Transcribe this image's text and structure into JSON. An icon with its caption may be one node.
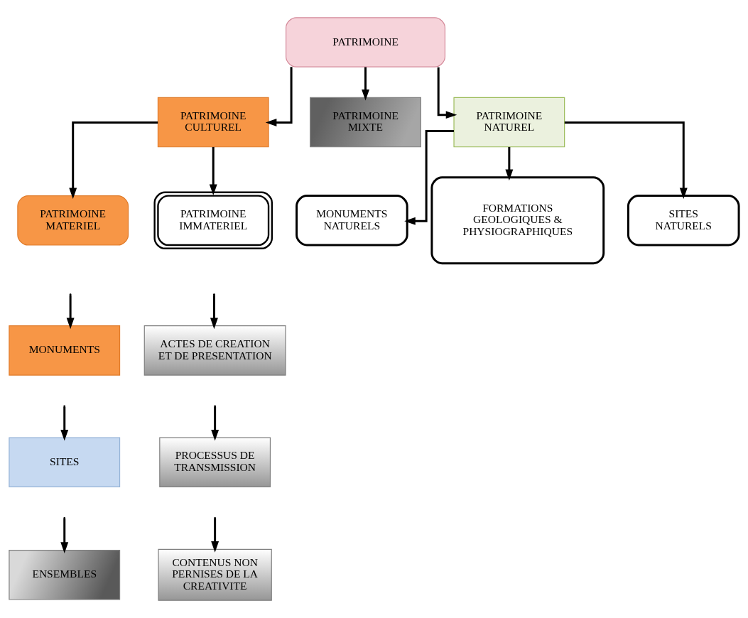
{
  "diagram": {
    "nodes": [
      {
        "text": [
          "PATRIMOINE"
        ]
      },
      {
        "text": [
          "PATRIMOINE CULTUREL"
        ]
      },
      {
        "text": [
          "PATRIMOINE MIXTE"
        ]
      },
      {
        "text": [
          "PATRIMOINE NATUREL"
        ]
      },
      {
        "text": [
          "PATRIMOINE MATERIEL"
        ]
      },
      {
        "text": [
          "PATRIMOINE IMMATERIEL"
        ]
      },
      {
        "text": [
          "MONUMENTS NATURELS"
        ]
      },
      {
        "text": [
          "FORMATIONS GEOLOGIQUES & PHYSIOGRAPHIQUES"
        ]
      },
      {
        "text": [
          "SITES NATURELS"
        ]
      },
      {
        "text": [
          "MONUMENTS"
        ]
      },
      {
        "text": [
          "SITES"
        ]
      },
      {
        "text": [
          "ENSEMBLES"
        ]
      },
      {
        "text": [
          "ACTES DE CREATION ET DE PRESENTATION"
        ]
      },
      {
        "text": [
          "PROCESSUS DE TRANSMISSION"
        ]
      },
      {
        "text": [
          "CONTENUS NON PERNISES DE LA CREATIVITE"
        ]
      }
    ],
    "edges": [
      {
        "from": 0,
        "to": 1,
        "arrow": "to"
      },
      {
        "from": 0,
        "to": 2,
        "arrow": "to"
      },
      {
        "from": 0,
        "to": 3,
        "arrow": "to"
      },
      {
        "from": 1,
        "to": 4,
        "arrow": "to"
      },
      {
        "from": 1,
        "to": 5,
        "arrow": "to"
      },
      {
        "from": 3,
        "to": 6,
        "arrow": "to"
      },
      {
        "from": 3,
        "to": 7,
        "arrow": "to"
      },
      {
        "from": 3,
        "to": 8,
        "arrow": "to"
      },
      {
        "from": null,
        "to": 9,
        "arrow": "to"
      },
      {
        "from": null,
        "to": 10,
        "arrow": "to"
      },
      {
        "from": null,
        "to": 11,
        "arrow": "to"
      },
      {
        "from": null,
        "to": 12,
        "arrow": "to"
      },
      {
        "from": null,
        "to": 13,
        "arrow": "to"
      },
      {
        "from": null,
        "to": 14,
        "arrow": "to"
      }
    ]
  }
}
